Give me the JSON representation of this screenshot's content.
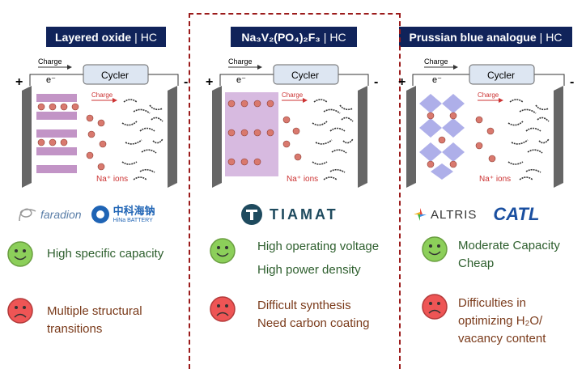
{
  "columns": [
    {
      "header_main": "Layered oxide",
      "header_sep": "|",
      "header_sub": "HC",
      "diagram": {
        "charge_top": "Charge",
        "electron": "e⁻",
        "cycler": "Cycler",
        "plus": "+",
        "minus": "-",
        "charge_arrow": "Charge",
        "ions": "Na⁺ ions"
      },
      "logos": [
        "faradion",
        "中科海钠",
        "HiNa BATTERY"
      ],
      "pros": [
        "High specific capacity"
      ],
      "cons": [
        "Multiple structural",
        "transitions"
      ]
    },
    {
      "header_main": "Na₃V₂(PO₄)₂F₃",
      "header_sep": "|",
      "header_sub": "HC",
      "diagram": {
        "charge_top": "Charge",
        "electron": "e⁻",
        "cycler": "Cycler",
        "plus": "+",
        "minus": "-",
        "charge_arrow": "Charge",
        "ions": "Na⁺ ions"
      },
      "logos": [
        "TIAMAT"
      ],
      "pros": [
        "High operating voltage",
        "High power density"
      ],
      "cons": [
        "Difficult synthesis",
        "Need carbon coating"
      ]
    },
    {
      "header_main": "Prussian blue analogue",
      "header_sep": "|",
      "header_sub": "HC",
      "diagram": {
        "charge_top": "Charge",
        "electron": "e⁻",
        "cycler": "Cycler",
        "plus": "+",
        "minus": "-",
        "charge_arrow": "Charge",
        "ions": "Na⁺ ions"
      },
      "logos": [
        "ALTRIS",
        "CATL"
      ],
      "pros": [
        "Moderate Capacity",
        "Cheap"
      ],
      "cons": [
        "Difficulties in",
        "optimizing H₂O/",
        "vacancy content"
      ]
    }
  ],
  "colors": {
    "header_bg": "#10235a",
    "dashed": "#9b1b1b",
    "pro_text": "#2e5f2e",
    "con_text": "#7a3a1a",
    "happy": "#8ccf5a",
    "sad": "#ee5555",
    "ion": "#d9796e"
  }
}
